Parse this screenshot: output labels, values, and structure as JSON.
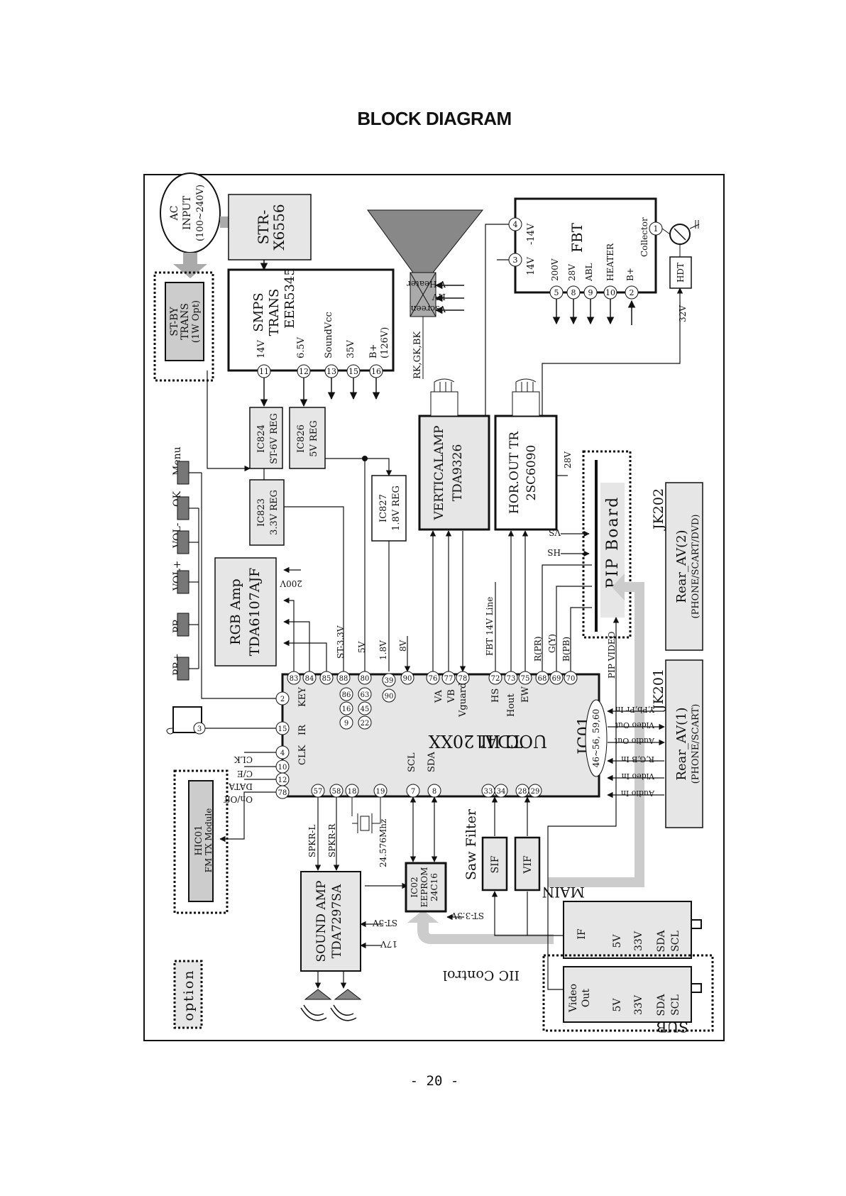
{
  "title": "BLOCK DIAGRAM",
  "page_number": "- 20 -",
  "blocks": {
    "ac_input": {
      "l1": "AC",
      "l2": "INPUT",
      "l3": "(100~240V)"
    },
    "str": {
      "l1": "STR-",
      "l2": "X6556"
    },
    "stby": {
      "l1": "ST-BY",
      "l2": "TRANS",
      "l3": "(1W Opt)"
    },
    "smps": {
      "l1": "SMPS",
      "l2": "TRANS",
      "l3": "EER5345"
    },
    "fbt": {
      "label": "FBT"
    },
    "ic824": {
      "l1": "IC824",
      "l2": "ST-6V REG"
    },
    "ic826": {
      "l1": "IC826",
      "l2": "5V REG"
    },
    "ic823": {
      "l1": "IC823",
      "l2": "3.3V REG"
    },
    "ic827": {
      "l1": "IC827",
      "l2": "1.8V REG"
    },
    "vert_amp": {
      "l1": "VERTICALAMP",
      "l2": "TDA9326"
    },
    "hor_out": {
      "l1": "HOR.OUT TR",
      "l2": "2SC6090"
    },
    "rgb_amp": {
      "l1": "RGB Amp",
      "l2": "TDA6107AJF"
    },
    "pip_board": {
      "label": "PIP Board"
    },
    "uoc": {
      "l1": "UOC III",
      "l2": "TDA120XX",
      "l3": "IC01"
    },
    "rear_av2": {
      "l1": "Rear_AV(2)",
      "l2": "(PHONE/SCART/DVD)",
      "tag": "JK202"
    },
    "rear_av1": {
      "l1": "Rear_AV(1)",
      "l2": "(PHONE/SCART)",
      "tag": "JK201"
    },
    "hic01": {
      "l1": "HIC01",
      "l2": "FM TX Module"
    },
    "sound_amp": {
      "l1": "SOUND AMP",
      "l2": "TDA7297SA"
    },
    "ic02": {
      "l1": "IC02",
      "l2": "EEPROM",
      "l3": "24C16"
    },
    "sif": {
      "label": "SIF"
    },
    "vif": {
      "label": "VIF"
    },
    "saw": {
      "label": "Saw Filter"
    },
    "main": {
      "label": "MAIN"
    },
    "sub": {
      "label": "SUB"
    },
    "hdt": {
      "label": "HDT"
    },
    "option": {
      "label": "option"
    },
    "iic": {
      "label": "IIC Control"
    }
  },
  "keys": [
    "PR+",
    "PR-",
    "VOL+",
    "VOL-",
    "OK",
    "Menu"
  ],
  "smps_outputs": [
    {
      "pin": "11",
      "label": "14V"
    },
    {
      "pin": "12",
      "label": "6.5V"
    },
    {
      "pin": "13",
      "label": "SoundVcc"
    },
    {
      "pin": "15",
      "label": "35V"
    },
    {
      "pin": "16",
      "label": "B+\n(126V)"
    }
  ],
  "fbt_pins": {
    "p4": "4",
    "p4_label": "-14V",
    "p3": "3",
    "p3_label": "14V",
    "p1": "1",
    "collector": "Collector",
    "bottom": [
      {
        "pin": "5",
        "label": "200V"
      },
      {
        "pin": "8",
        "label": "28V"
      },
      {
        "pin": "9",
        "label": "ABL"
      },
      {
        "pin": "10",
        "label": "HEATER"
      },
      {
        "pin": "2",
        "label": "B+"
      }
    ]
  },
  "crt_labels": {
    "vheater": "V Heater",
    "hv": "HV",
    "vscreen": "Vscreen",
    "rgb": "RK,GK,BK"
  },
  "uoc_pins": {
    "left": [
      {
        "pin": "2",
        "label": "KEY"
      },
      {
        "pin": "15",
        "label": "IR"
      },
      {
        "pin": "4",
        "label": "CLK"
      },
      {
        "pin": "10",
        "label": ""
      },
      {
        "pin": "12",
        "label": ""
      },
      {
        "pin": "78",
        "label": ""
      }
    ],
    "top": [
      "83",
      "84",
      "85",
      "88",
      "80",
      "90",
      "90",
      "76",
      "77",
      "78",
      "72",
      "73",
      "75",
      "68",
      "69",
      "70"
    ],
    "top2": [
      "9",
      "16",
      "86",
      "22",
      "45",
      "63",
      "39"
    ],
    "bottom": [
      "57",
      "58",
      "18",
      "19",
      "7",
      "8",
      "33",
      "34",
      "28",
      "29"
    ],
    "range": "46~56, 59,60",
    "hs": "HS",
    "hout": "Hout",
    "ew": "EW",
    "va": "VA",
    "vb": "VB",
    "vguard": "Vguard",
    "scl": "SCL",
    "sda": "SDA"
  },
  "signals": {
    "st33": "ST-3.3V",
    "v5": "5V",
    "v18": "1.8V",
    "v8": "8V",
    "v200": "200V",
    "fbt14": "FBT  14V Line",
    "rpr": "R(PR)",
    "gy": "G(Y)",
    "bpb": "B(PB)",
    "vs": "VS",
    "hs": "HS",
    "v28": "28V",
    "v32": "32V",
    "pip_video": "PIP VIDEO",
    "clk": "CLK",
    "ce": "C/E",
    "data": "DATA",
    "onoff": "On/Off",
    "spkrl": "SPKR-L",
    "spkrr": "SPKR-R",
    "xtal": "24.576Mhz",
    "st5": "ST-5V",
    "v17": "17V",
    "st33b": "ST-3.3V"
  },
  "av1_signals": [
    "Y,Pb,Pr In",
    "Video Out",
    "Audio Out",
    "R,G,B In",
    "Video In",
    "Audio In"
  ],
  "tuner_main": [
    "IF",
    "5V",
    "33V",
    "SDA",
    "SCL"
  ],
  "tuner_sub": [
    "Video\nOut",
    "5V",
    "33V",
    "SDA",
    "SCL"
  ]
}
